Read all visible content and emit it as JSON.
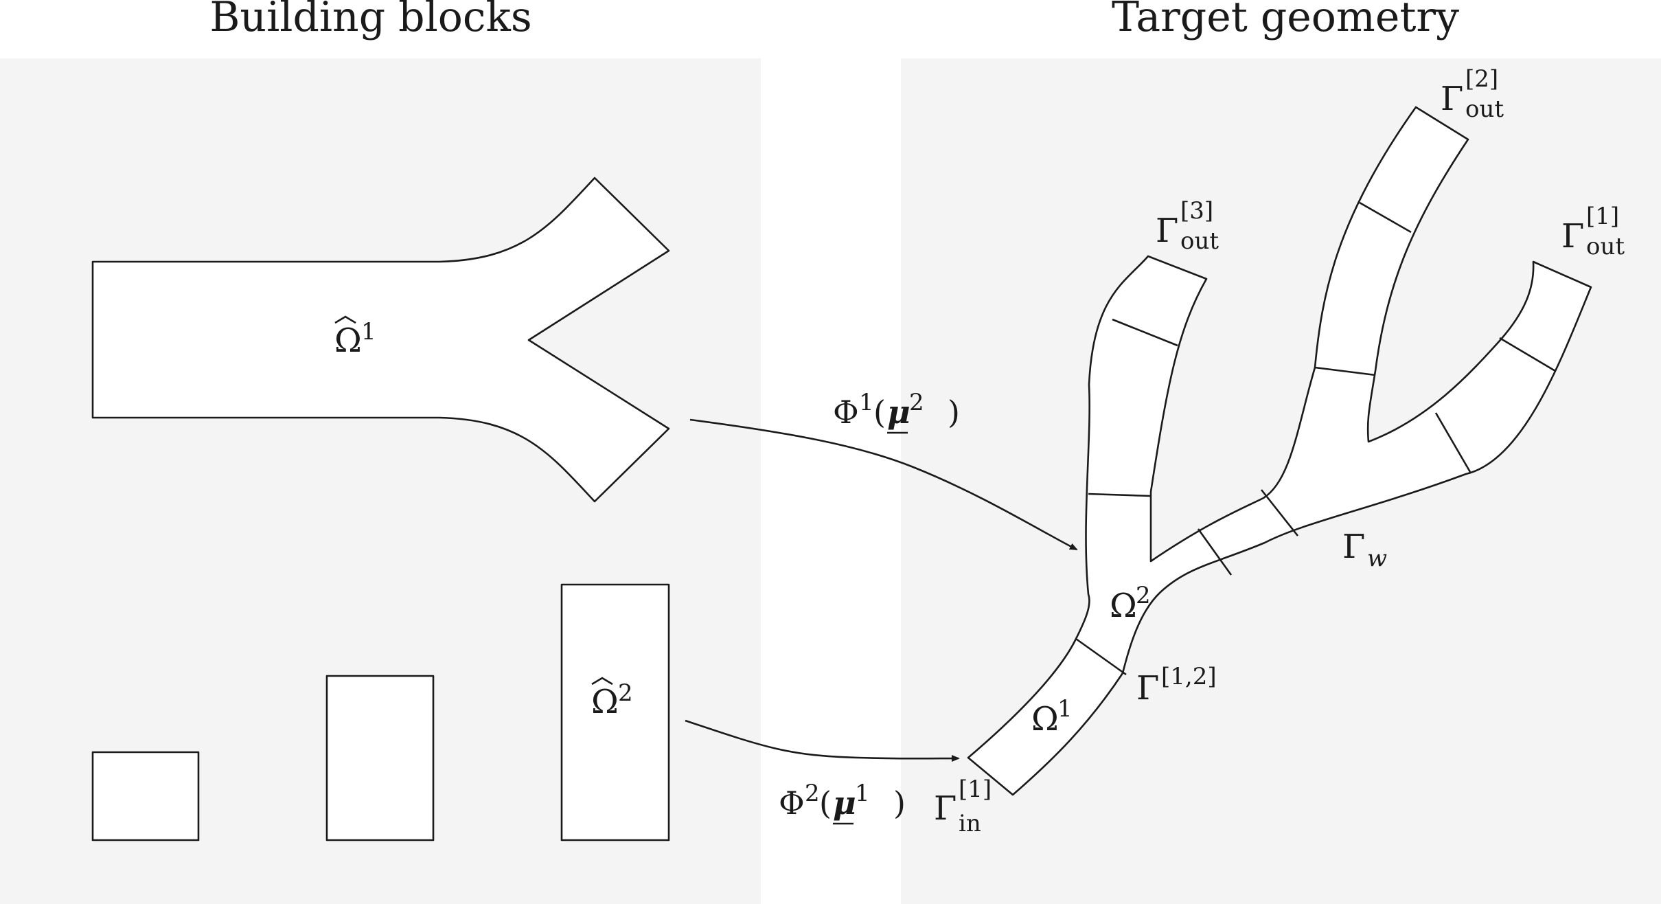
{
  "panels": {
    "left_title": "Building blocks",
    "right_title": "Target geometry"
  },
  "labels": {
    "omega_hat_1": {
      "base": "Ω",
      "sup": "1"
    },
    "omega_hat_2": {
      "base": "Ω",
      "sup": "2"
    },
    "map_1": {
      "phi": "Φ",
      "phi_sup": "1",
      "open": "(",
      "mu": "μ",
      "mu_sup": "2",
      "close": ")"
    },
    "map_2": {
      "phi": "Φ",
      "phi_sup": "2",
      "open": "(",
      "mu": "μ",
      "mu_sup": "1",
      "close": ")"
    },
    "gamma_out_3": {
      "base": "Γ",
      "sup": "[3]",
      "sub": "out"
    },
    "gamma_out_2": {
      "base": "Γ",
      "sup": "[2]",
      "sub": "out"
    },
    "gamma_out_1": {
      "base": "Γ",
      "sup": "[1]",
      "sub": "out"
    },
    "gamma_in_1": {
      "base": "Γ",
      "sup": "[1]",
      "sub": "in"
    },
    "gamma_w": {
      "base": "Γ",
      "sub": "w"
    },
    "gamma_12": {
      "base": "Γ",
      "sup": "[1,2]"
    },
    "omega_2": {
      "base": "Ω",
      "sup": "2"
    },
    "omega_1": {
      "base": "Ω",
      "sup": "1"
    }
  },
  "colors": {
    "panel_background": "#f4f4f4",
    "stroke": "#1a1a1a",
    "fill": "#ffffff"
  }
}
